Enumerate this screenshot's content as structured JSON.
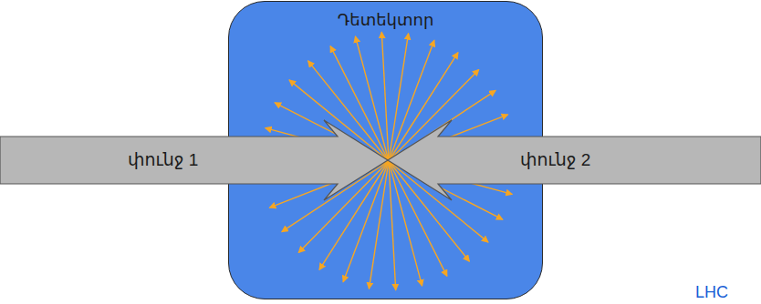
{
  "diagram": {
    "nodes": [
      {
        "text": [
          "Դետեկտոր"
        ]
      },
      {
        "text": [
          "փունջ 1"
        ]
      },
      {
        "text": [
          "փունջ 2"
        ]
      }
    ],
    "labels": [
      "LHC"
    ]
  }
}
